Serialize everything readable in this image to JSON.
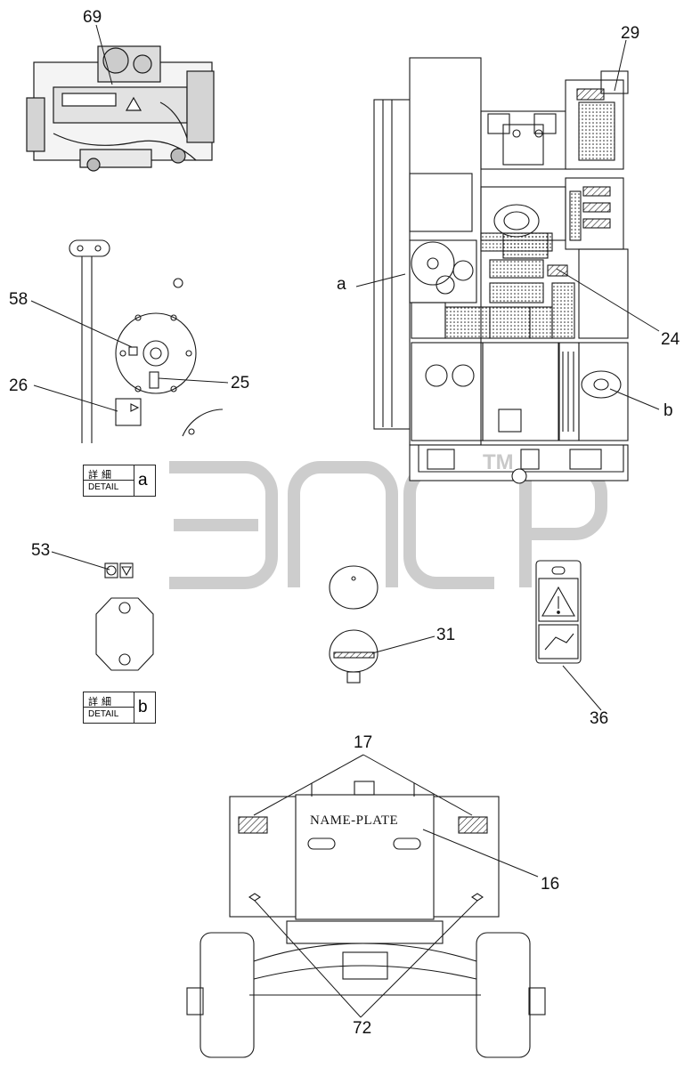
{
  "callouts": {
    "c69": "69",
    "c29": "29",
    "c58": "58",
    "c25": "25",
    "c26": "26",
    "c24": "24",
    "c53": "53",
    "c31": "31",
    "c36": "36",
    "c17": "17",
    "c16": "16",
    "c72": "72",
    "ref_a": "a",
    "ref_b": "b"
  },
  "detail_a": {
    "jp": "詳細",
    "en": "DETAIL",
    "letter": "a"
  },
  "detail_b": {
    "jp": "詳細",
    "en": "DETAIL",
    "letter": "b"
  },
  "nameplate": "NAME-PLATE",
  "watermark": "TM",
  "colors": {
    "line": "#1a1a1a",
    "watermark": "#c8c8c8"
  }
}
